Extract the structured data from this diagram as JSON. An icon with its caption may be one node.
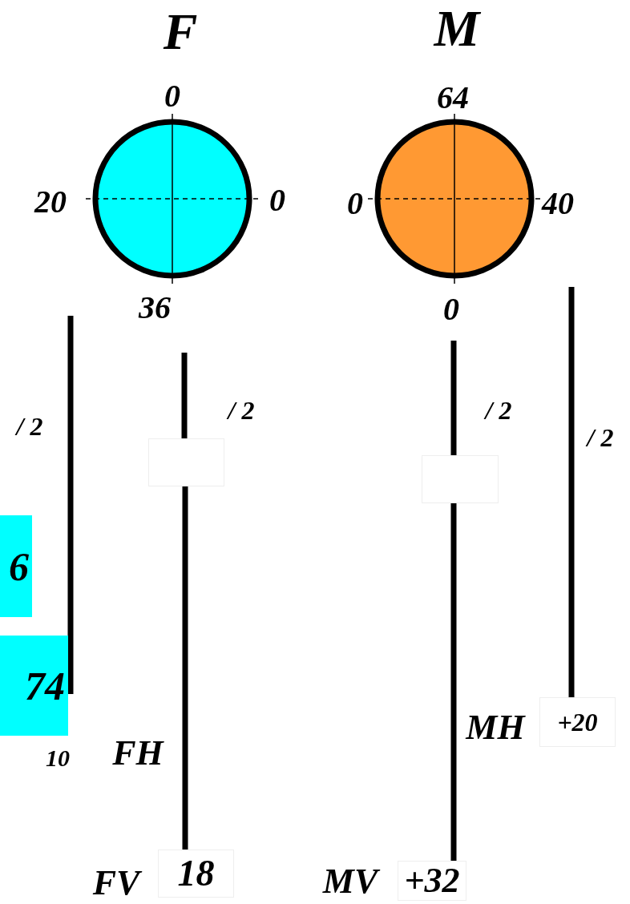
{
  "diagram": {
    "nodes": [
      {
        "text": [],
        "shape": "circle",
        "beside": [
          "0",
          "20",
          "0",
          "36"
        ]
      },
      {
        "text": [],
        "shape": "circle",
        "beside": [
          "64",
          "0",
          "40",
          "0"
        ]
      },
      {
        "text": [],
        "shape": "box"
      },
      {
        "text": [],
        "shape": "box"
      },
      {
        "text": [
          "6"
        ]
      },
      {
        "text": [
          "74"
        ]
      },
      {
        "text": [
          "+20"
        ]
      },
      {
        "text": [
          "18"
        ]
      },
      {
        "text": [
          "+32"
        ]
      }
    ],
    "edges": [
      {
        "from": null,
        "to": 2,
        "arrow": "none"
      },
      {
        "from": 2,
        "to": 7,
        "arrow": "none"
      },
      {
        "from": null,
        "to": 3,
        "arrow": "none"
      },
      {
        "from": 3,
        "to": 8,
        "arrow": "none"
      },
      {
        "from": 1,
        "to": 6,
        "arrow": "none"
      }
    ],
    "labels": [
      "F",
      "M",
      "/ 2",
      "/ 2",
      "/ 2",
      "/ 2",
      "10",
      "FH",
      "MH",
      "FV",
      "MV"
    ]
  }
}
